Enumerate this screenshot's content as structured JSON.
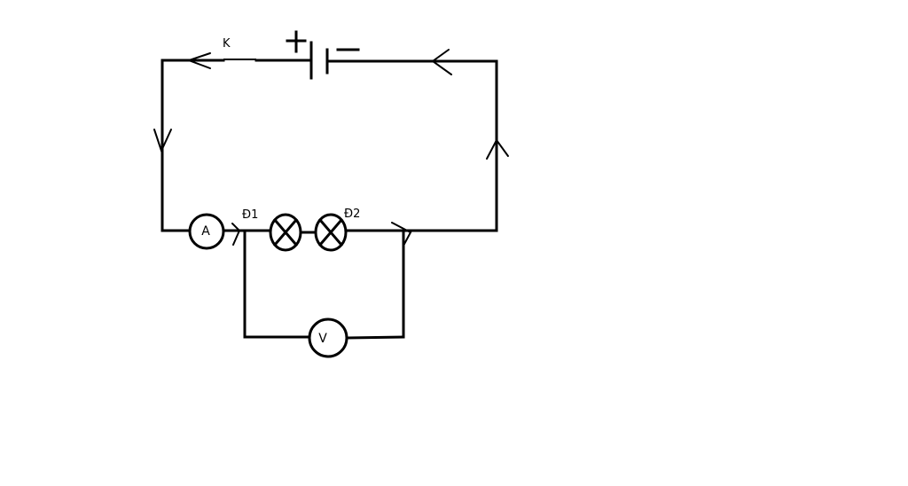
{
  "labels": {
    "switch": "K",
    "lamp1": "Đ1",
    "lamp2": "Đ2",
    "ammeter": "A",
    "voltmeter": "V"
  },
  "colors": {
    "line": "#000000",
    "background": "#ffffff"
  }
}
